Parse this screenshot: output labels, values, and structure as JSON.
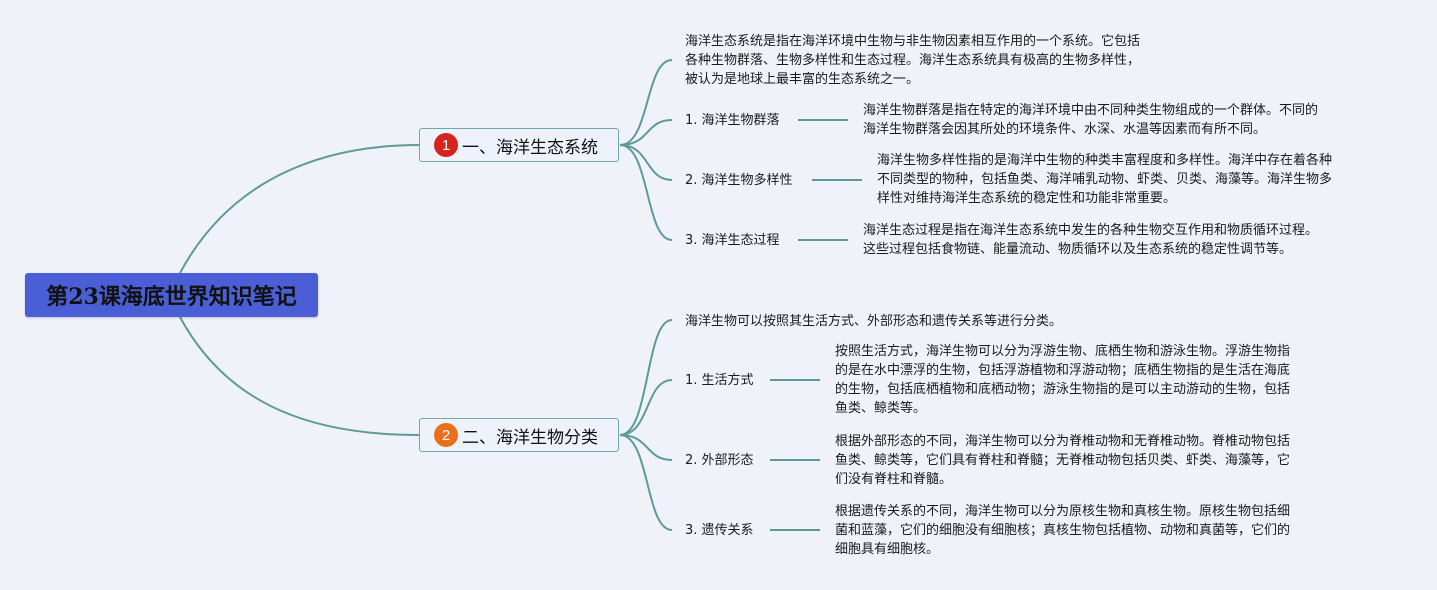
{
  "root": {
    "title": "第23课海底世界知识笔记"
  },
  "branches": [
    {
      "number": "1",
      "color": "#d8231d",
      "label": "一、海洋生态系统",
      "intro": [
        "海洋生态系统是指在海洋环境中生物与非生物因素相互作用的一个系统。它包括",
        "各种生物群落、生物多样性和生态过程。海洋生态系统具有极高的生物多样性，",
        "被认为是地球上最丰富的生态系统之一。"
      ],
      "children": [
        {
          "label": "1. 海洋生物群落",
          "desc": [
            "海洋生物群落是指在特定的海洋环境中由不同种类生物组成的一个群体。不同的",
            "海洋生物群落会因其所处的环境条件、水深、水温等因素而有所不同。"
          ]
        },
        {
          "label": "2. 海洋生物多样性",
          "desc": [
            "海洋生物多样性指的是海洋中生物的种类丰富程度和多样性。海洋中存在着各种",
            "不同类型的物种，包括鱼类、海洋哺乳动物、虾类、贝类、海藻等。海洋生物多",
            "样性对维持海洋生态系统的稳定性和功能非常重要。"
          ]
        },
        {
          "label": "3. 海洋生态过程",
          "desc": [
            "海洋生态过程是指在海洋生态系统中发生的各种生物交互作用和物质循环过程。",
            "这些过程包括食物链、能量流动、物质循环以及生态系统的稳定性调节等。"
          ]
        }
      ]
    },
    {
      "number": "2",
      "color": "#e8701a",
      "label": "二、海洋生物分类",
      "intro": [
        "海洋生物可以按照其生活方式、外部形态和遗传关系等进行分类。"
      ],
      "children": [
        {
          "label": "1. 生活方式",
          "desc": [
            "按照生活方式，海洋生物可以分为浮游生物、底栖生物和游泳生物。浮游生物指",
            "的是在水中漂浮的生物，包括浮游植物和浮游动物；底栖生物指的是生活在海底",
            "的生物，包括底栖植物和底栖动物；游泳生物指的是可以主动游动的生物，包括",
            "鱼类、鲸类等。"
          ]
        },
        {
          "label": "2. 外部形态",
          "desc": [
            "根据外部形态的不同，海洋生物可以分为脊椎动物和无脊椎动物。脊椎动物包括",
            "鱼类、鲸类等，它们具有脊柱和脊髓；无脊椎动物包括贝类、虾类、海藻等，它",
            "们没有脊柱和脊髓。"
          ]
        },
        {
          "label": "3. 遗传关系",
          "desc": [
            "根据遗传关系的不同，海洋生物可以分为原核生物和真核生物。原核生物包括细",
            "菌和蓝藻，它们的细胞没有细胞核；真核生物包括植物、动物和真菌等，它们的",
            "细胞具有细胞核。"
          ]
        }
      ]
    }
  ],
  "colors": {
    "line": "#5e9a96",
    "root_bg": "#4a5fd6",
    "background": "#f0f2fa"
  }
}
